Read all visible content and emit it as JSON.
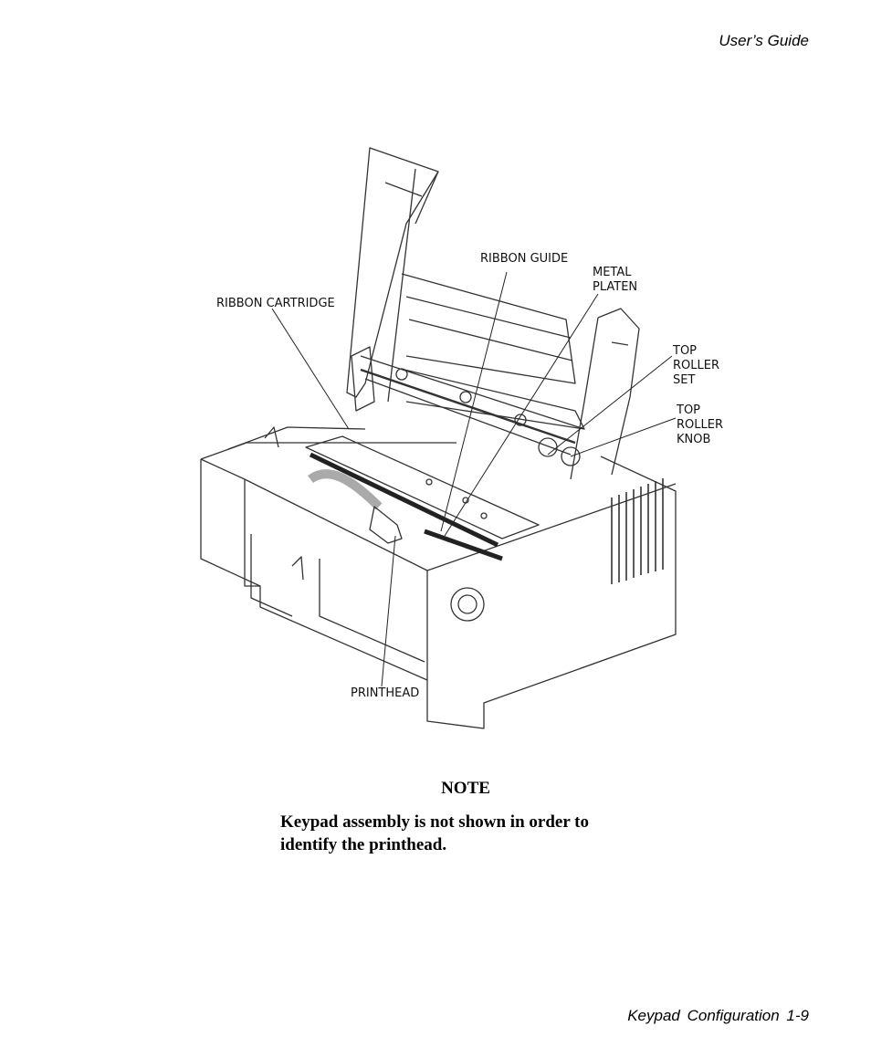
{
  "header": {
    "title": "User’s Guide"
  },
  "figure": {
    "labels": {
      "ribbon_cartridge": "RIBBON CARTRIDGE",
      "ribbon_guide": "RIBBON GUIDE",
      "metal_platen_line1": "METAL",
      "metal_platen_line2": "PLATEN",
      "top_roller_set_line1": "TOP",
      "top_roller_set_line2": "ROLLER",
      "top_roller_set_line3": "SET",
      "top_roller_knob_line1": "TOP",
      "top_roller_knob_line2": "ROLLER",
      "top_roller_knob_line3": "KNOB",
      "printhead": "PRINTHEAD"
    }
  },
  "note": {
    "heading": "NOTE",
    "body_line1": "Keypad assembly is not shown in order to",
    "body_line2": "identify the printhead."
  },
  "footer": {
    "text": "Keypad Configuration  1-9"
  }
}
